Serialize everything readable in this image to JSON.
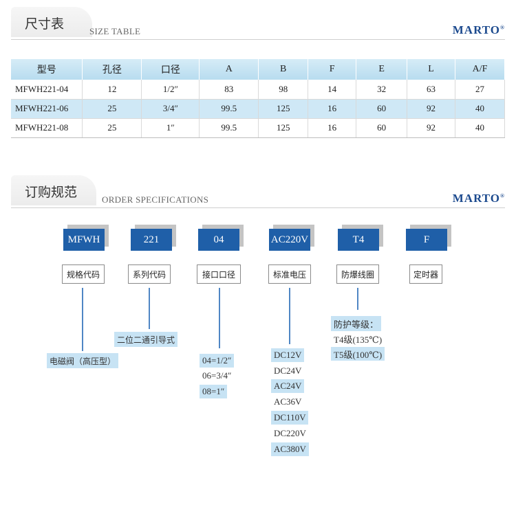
{
  "size_section": {
    "title_cn": "尺寸表",
    "title_en": "SIZE TABLE",
    "brand": "MARTO",
    "brand_mark": "®"
  },
  "size_table": {
    "headers": [
      "型号",
      "孔径",
      "口径",
      "A",
      "B",
      "F",
      "E",
      "L",
      "A/F"
    ],
    "rows": [
      [
        "MFWH221-04",
        "12",
        "1/2″",
        "83",
        "98",
        "14",
        "32",
        "63",
        "27"
      ],
      [
        "MFWH221-06",
        "25",
        "3/4″",
        "99.5",
        "125",
        "16",
        "60",
        "92",
        "40"
      ],
      [
        "MFWH221-08",
        "25",
        "1″",
        "99.5",
        "125",
        "16",
        "60",
        "92",
        "40"
      ]
    ]
  },
  "order_section": {
    "title_cn": "订购规范",
    "title_en": "ORDER SPECIFICATIONS",
    "brand": "MARTO",
    "brand_mark": "®"
  },
  "order_codes": [
    "MFWH",
    "221",
    "04",
    "AC220V",
    "T4",
    "F"
  ],
  "order_labels": [
    "规格代码",
    "系列代码",
    "接口口径",
    "标准电压",
    "防爆线圈",
    "定时器"
  ],
  "order_notes": {
    "spec": "电磁阀（高压型）",
    "series": "二位二通引导式",
    "ports": [
      "04=1/2″",
      "06=3/4″",
      "08=1″"
    ],
    "voltages": [
      "DC12V",
      "DC24V",
      "AC24V",
      "AC36V",
      "DC110V",
      "DC220V",
      "AC380V"
    ],
    "explosion_title": "防护等级：",
    "explosion": [
      "T4级(135℃)",
      "T5级(100℃)"
    ]
  },
  "colors": {
    "brand_blue": "#1c4a8e",
    "code_box": "#1f5fa8",
    "highlight": "#c7e3f4",
    "table_header": "#b8dcef"
  }
}
